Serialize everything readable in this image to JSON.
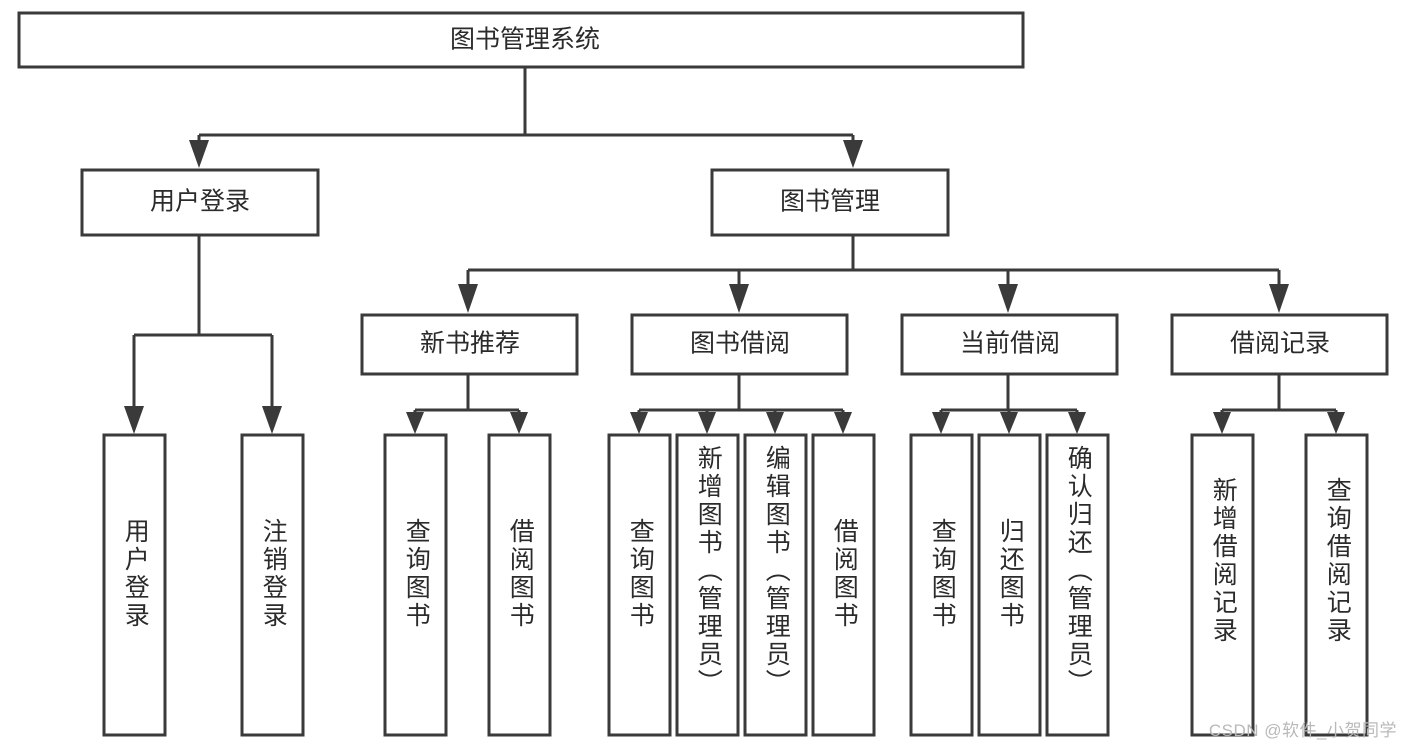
{
  "diagram": {
    "type": "hierarchy-tree",
    "title": "图书管理系统",
    "root": {
      "label": "图书管理系统"
    },
    "level2": [
      {
        "label": "用户登录"
      },
      {
        "label": "图书管理"
      }
    ],
    "level3": [
      {
        "label": "新书推荐"
      },
      {
        "label": "图书借阅"
      },
      {
        "label": "当前借阅"
      },
      {
        "label": "借阅记录"
      }
    ],
    "leaves": {
      "user_login": [
        {
          "label": "用户登录"
        },
        {
          "label": "注销登录"
        }
      ],
      "new_book_recommend": [
        {
          "label": "查询图书"
        },
        {
          "label": "借阅图书"
        }
      ],
      "book_borrow": [
        {
          "label": "查询图书"
        },
        {
          "label": "新增图书（管理员）"
        },
        {
          "label": "编辑图书（管理员）"
        },
        {
          "label": "借阅图书"
        }
      ],
      "current_borrow": [
        {
          "label": "查询图书"
        },
        {
          "label": "归还图书"
        },
        {
          "label": "确认归还（管理员）"
        }
      ],
      "borrow_record": [
        {
          "label": "新增借阅记录"
        },
        {
          "label": "查询借阅记录"
        }
      ]
    },
    "watermark": "CSDN @软件_小贺同学",
    "colors": {
      "stroke": "#3a3a3a",
      "fill": "#ffffff",
      "text": "#2b2b2b",
      "watermark": "#b9b9b9"
    }
  }
}
